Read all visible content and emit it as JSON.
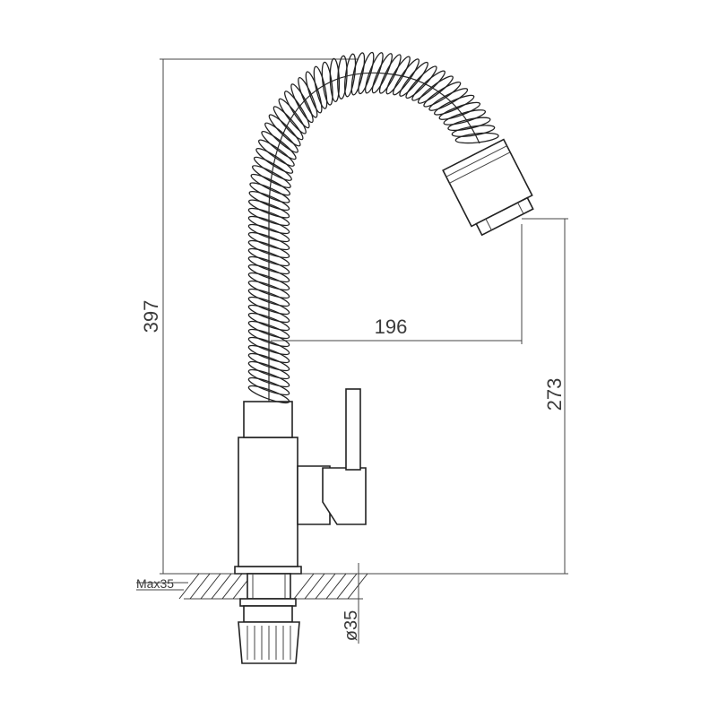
{
  "dimensions": {
    "total_height": "397",
    "spout_reach": "196",
    "spout_height": "273",
    "max_thickness": "Max35",
    "hole_diameter": "ø35"
  },
  "colors": {
    "line": "#2a2a2a",
    "background": "#ffffff"
  }
}
